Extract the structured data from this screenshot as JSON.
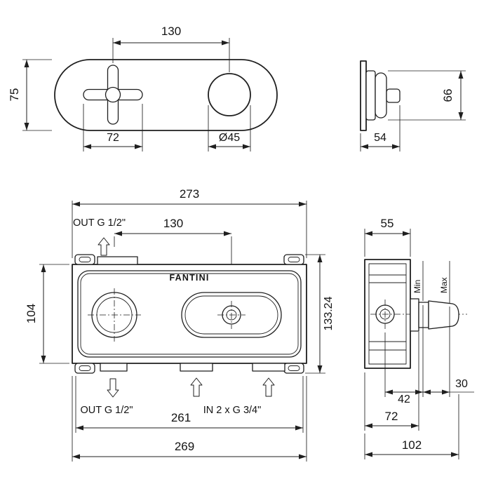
{
  "drawing": {
    "bg": "#ffffff",
    "ink": "#1f1f1f"
  },
  "trim_front": {
    "dim_centers": "130",
    "dim_height": "75",
    "dim_handle": "72",
    "dim_knob": "Ø45"
  },
  "trim_side": {
    "dim_height": "66",
    "dim_depth": "54"
  },
  "body_front": {
    "dim_overall": "273",
    "dim_centers": "130",
    "dim_height": "104",
    "dim_total_height": "133.24",
    "brand": "FANTINI",
    "out_top": "OUT G 1/2\"",
    "out_bottom": "OUT G 1/2\"",
    "in_bottom": "IN 2 x G 3/4\"",
    "dim_inner_width": "261",
    "dim_outer_width": "269"
  },
  "body_side": {
    "dim_depth": "55",
    "min": "Min",
    "max": "Max",
    "dim_min_offset": "42",
    "dim_travel": "30",
    "dim_body_depth": "72",
    "dim_total_depth": "102"
  }
}
